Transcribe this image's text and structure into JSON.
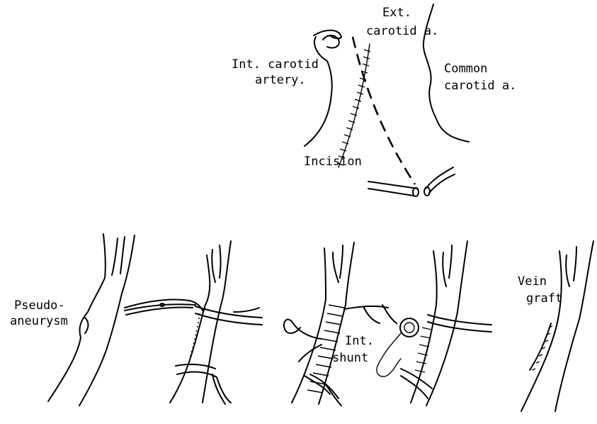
{
  "labels": {
    "ext_carotid_1": "Ext.",
    "ext_carotid_2": "carotid a.",
    "int_carotid_1": "Int. carotid",
    "int_carotid_2": "artery.",
    "common_carotid_1": "Common",
    "common_carotid_2": "carotid a.",
    "incision": "Incision",
    "pseudo_1": "Pseudo-",
    "pseudo_2": "aneurysm",
    "shunt_1": "Int.",
    "shunt_2": "shunt",
    "vein_1": "Vein",
    "vein_2": "graft"
  }
}
